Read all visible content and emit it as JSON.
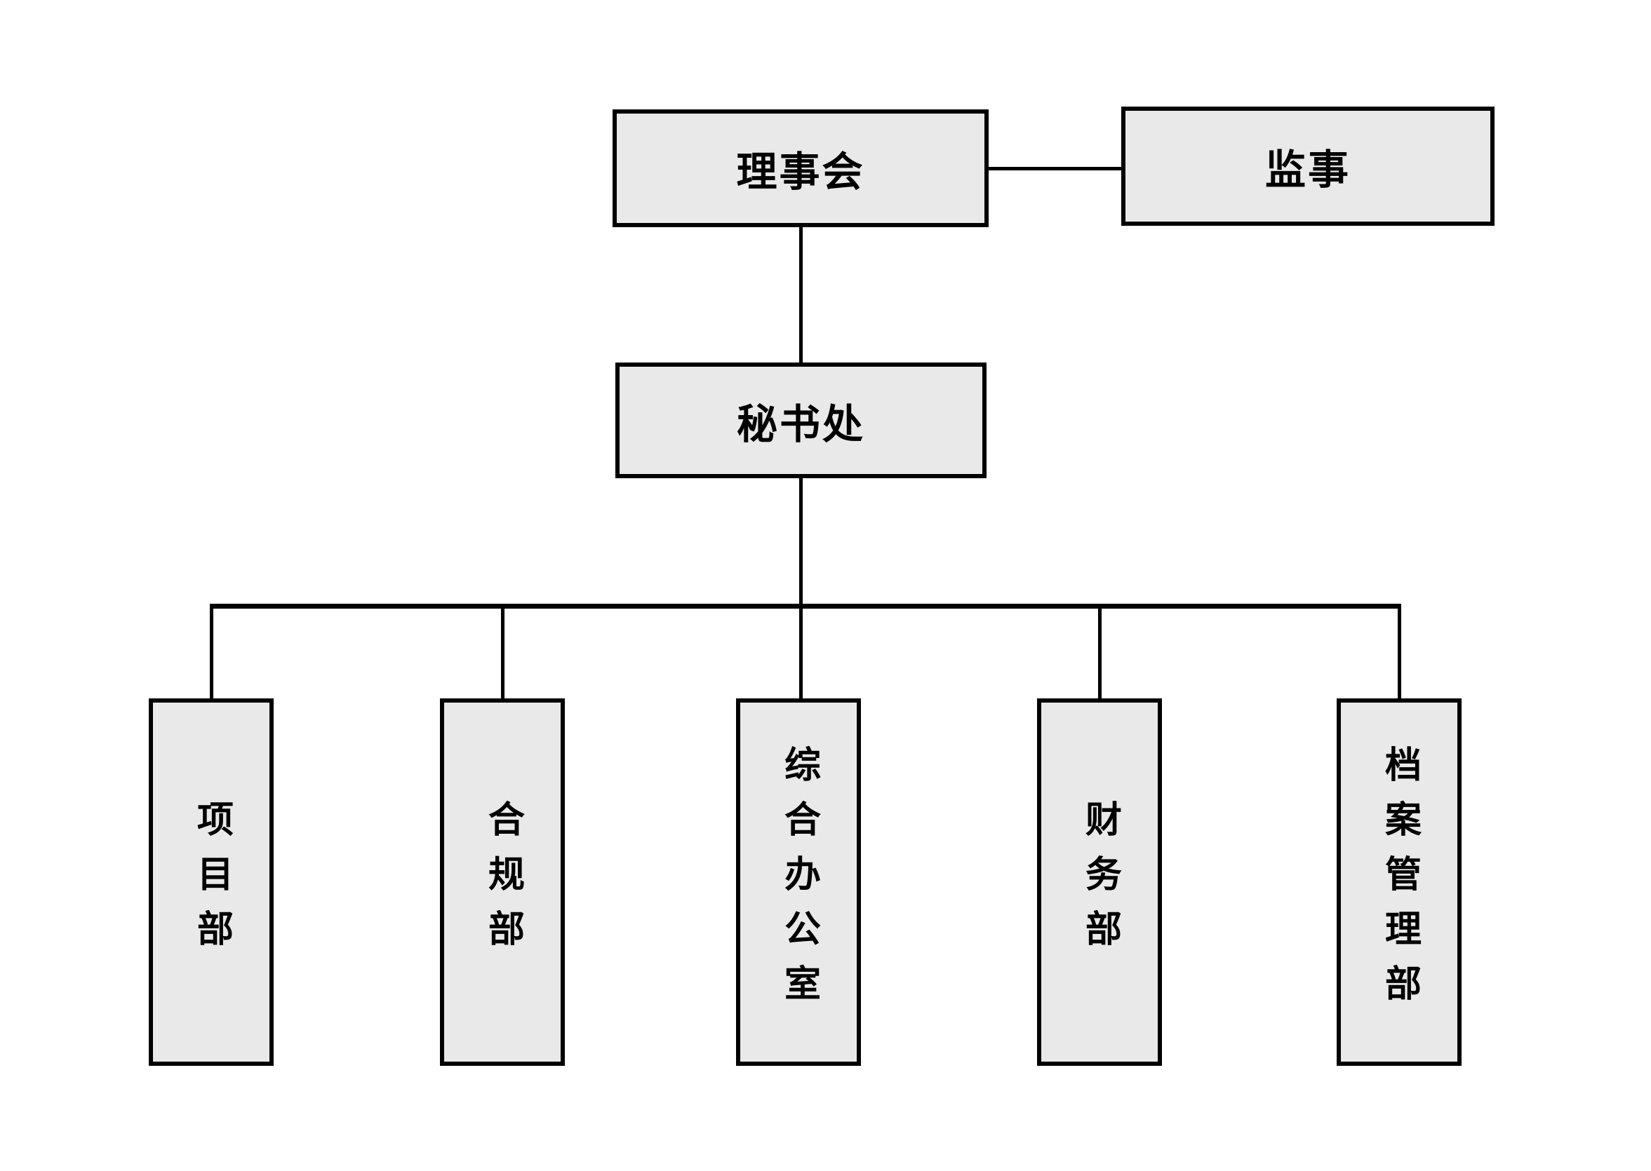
{
  "chart_data": {
    "type": "org-hierarchy-diagram",
    "nodes": {
      "board": {
        "label": "理事会"
      },
      "supervisor": {
        "label": "监事"
      },
      "secretariat": {
        "label": "秘书处"
      },
      "departments": [
        {
          "label": "项目部"
        },
        {
          "label": "合规部"
        },
        {
          "label": "综合办公室"
        },
        {
          "label": "财务部"
        },
        {
          "label": "档案管理部"
        }
      ]
    },
    "edges": [
      {
        "from": "理事会",
        "to": "监事",
        "style": "horizontal"
      },
      {
        "from": "理事会",
        "to": "秘书处",
        "style": "vertical"
      },
      {
        "from": "秘书处",
        "to": "项目部",
        "style": "elbow"
      },
      {
        "from": "秘书处",
        "to": "合规部",
        "style": "elbow"
      },
      {
        "from": "秘书处",
        "to": "综合办公室",
        "style": "vertical"
      },
      {
        "from": "秘书处",
        "to": "财务部",
        "style": "elbow"
      },
      {
        "from": "秘书处",
        "to": "档案管理部",
        "style": "elbow"
      }
    ],
    "colors": {
      "background": "#ffffff",
      "box_fill": "#e9e9e9",
      "box_border": "#000000",
      "line": "#000000",
      "text": "#000000"
    }
  },
  "nodes": {
    "board": {
      "label": "理事会"
    },
    "supervisor": {
      "label": "监事"
    },
    "secretariat": {
      "label": "秘书处"
    },
    "departments": [
      {
        "label": "项目部"
      },
      {
        "label": "合规部"
      },
      {
        "label": "综合办公室"
      },
      {
        "label": "财务部"
      },
      {
        "label": "档案管理部"
      }
    ]
  }
}
